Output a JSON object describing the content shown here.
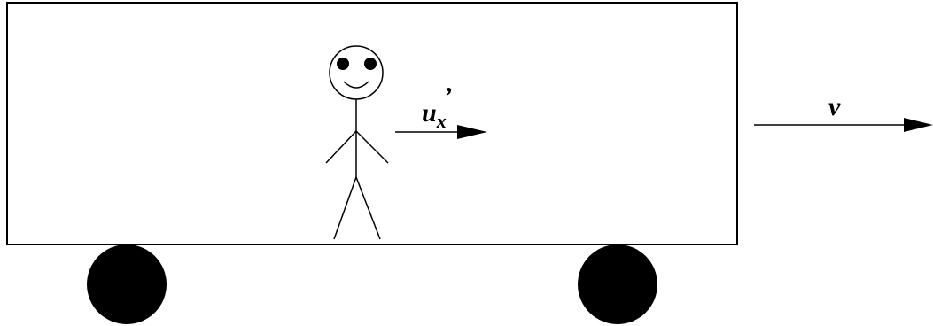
{
  "diagram": {
    "person_velocity_label": {
      "base": "u",
      "subscript": "x",
      "prime": "’"
    },
    "cart_velocity_label": "v"
  },
  "colors": {
    "stroke": "#000000",
    "fill": "#000000",
    "background": "#ffffff"
  }
}
